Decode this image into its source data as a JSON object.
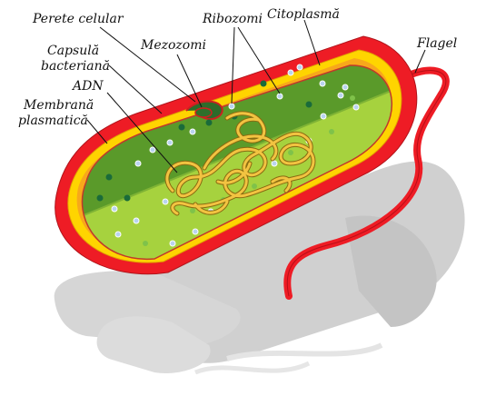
{
  "labels": {
    "perete_celular": "Perete celular",
    "ribozomi": "Ribozomi",
    "citoplasma": "Citoplasmă",
    "capsula_line1": "Capsulă",
    "capsula_line2": "bacteriană",
    "mezozomi": "Mezozomi",
    "flagel": "Flagel",
    "adn": "ADN",
    "membrana_line1": "Membrană",
    "membrana_line2": "plasmatică"
  },
  "colors": {
    "capsule": "#ee1c25",
    "cell_wall": "#ffd400",
    "cell_wall_inner": "#f7a81b",
    "cytoplasm_dark": "#5a9a2a",
    "cytoplasm_light": "#a6d23e",
    "dna": "#e8b830",
    "ribosome_blue": "#b9d4ef",
    "ribosome_green": "#1a6b3a",
    "shadow": "#cfcfcf"
  }
}
